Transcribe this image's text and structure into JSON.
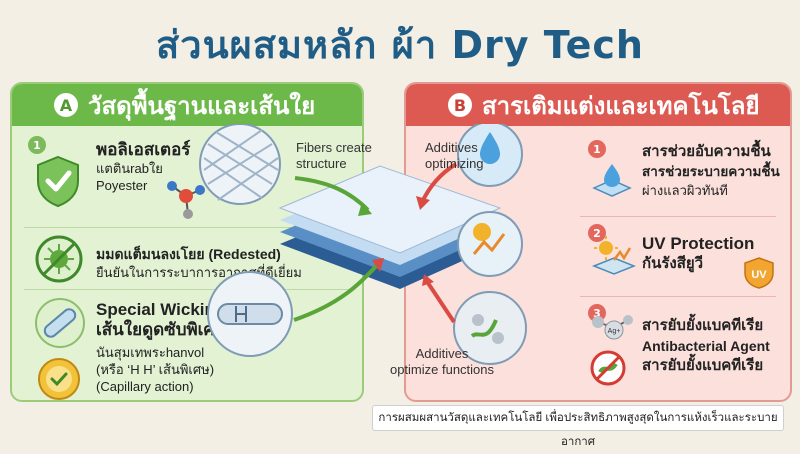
{
  "title": "ส่วนผสมหลัก ผ้า Dry Tech",
  "panel_a": {
    "letter": "A",
    "heading": "วัสดุพื้นฐานและเส้นใย",
    "items": [
      {
        "num": "1",
        "title": "พอลิเอสเตอร์",
        "line1": "แตตินrabใย",
        "line2": "Poyester"
      },
      {
        "title": "มมดแต็มนลงเโยย (Redested)",
        "line1": "ยืนยันในการระบาการอากาศที่ดีเยี่ยม"
      },
      {
        "title": "Special Wicking Fiber",
        "title2": "เส้นใยดูดซับพิเศษ",
        "line1": "นันสุมเทพระhanvol",
        "line2": "(หรือ ‘H H’ เส้นพิเศษ)",
        "line3": "(Capillary action)"
      }
    ]
  },
  "panel_b": {
    "letter": "B",
    "heading": "สารเติมแต่งและเทคโนโลยี",
    "items": [
      {
        "num": "1",
        "title": "สารช่วยอับความชื้น",
        "line1": "สารช่วยระบายความชื้น",
        "line2": "ผ่างแลวผิวทันที"
      },
      {
        "num": "2",
        "title": "UV Protection",
        "line1": "กันรังสียูวี",
        "badge": "UV"
      },
      {
        "num": "3",
        "title": "สารยับยั้งแบคทีเรีย",
        "line1": "Antibacterial Agent",
        "line2": "สารยับยั้งแบคทีเรีย"
      }
    ]
  },
  "callouts": {
    "fibers": "Fibers create\nstructure",
    "additives_top": "Additives\noptimizing",
    "additives_bottom": "Additives\noptimize functions"
  },
  "labels": {
    "ag": "Ag+"
  },
  "footer": "การผสมผสานวัสดุและเทคโนโลยี เพื่อประสิทธิภาพสูงสุดในการแห้งเร็วและระบายอากาศ",
  "colors": {
    "green": "#6cb94a",
    "red": "#dd5a52",
    "title": "#1f5d86"
  }
}
